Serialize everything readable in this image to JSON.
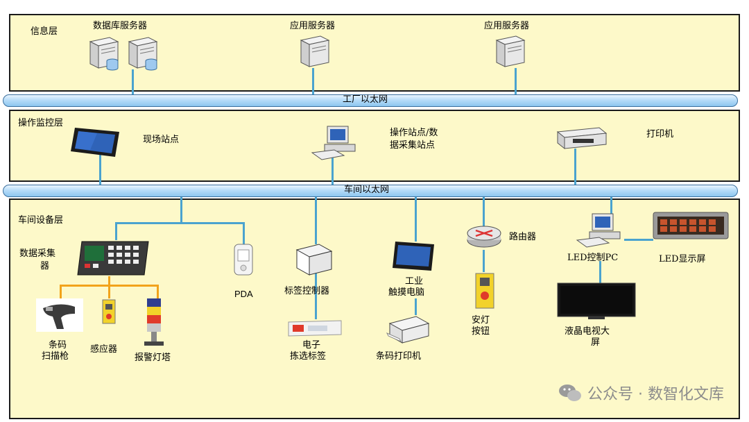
{
  "layers": {
    "info": "信息层",
    "operation": "操作监控层",
    "workshop": "车间设备层"
  },
  "buses": {
    "factory": "工厂以太网",
    "workshop": "车间以太网"
  },
  "info_nodes": {
    "db_server": "数据库服务器",
    "app_server_1": "应用服务器",
    "app_server_2": "应用服务器"
  },
  "op_nodes": {
    "field_station": "现场站点",
    "op_station_line1": "操作站点/数",
    "op_station_line2": "据采集站点",
    "printer": "打印机"
  },
  "ws_nodes": {
    "collector_line1": "数据采集",
    "collector_line2": "器",
    "scanner_line1": "条码",
    "scanner_line2": "扫描枪",
    "sensor": "感应器",
    "alarm_tower": "报警灯塔",
    "pda": "PDA",
    "label_controller": "标签控制器",
    "pick_label_line1": "电子",
    "pick_label_line2": "拣选标签",
    "touch_pc_line1": "工业",
    "touch_pc_line2": "触摸电脑",
    "barcode_printer": "条码打印机",
    "router": "路由器",
    "andon_line1": "安灯",
    "andon_line2": "按钮",
    "led_pc": "LED控制PC",
    "led_screen": "LED显示屏",
    "lcd_tv_line1": "液晶电视大",
    "lcd_tv_line2": "屏"
  },
  "watermark": "公众号 · 数智化文库",
  "icons": [
    "server-icon",
    "database-icon",
    "tablet-icon",
    "desktop-pc-icon",
    "printer-icon",
    "pda-icon",
    "controller-box-icon",
    "touch-screen-icon",
    "barcode-printer-icon",
    "router-icon",
    "andon-button-icon",
    "led-screen-icon",
    "lcd-tv-icon",
    "barcode-scanner-icon",
    "sensor-icon",
    "alarm-tower-icon",
    "data-collector-icon",
    "pick-label-icon",
    "wechat-icon"
  ],
  "colors": {
    "layer_bg": "#fdf9c9",
    "bus": "#b7dcf8",
    "connector": "#4aa3cf",
    "sub_connector": "#f2a31b"
  }
}
